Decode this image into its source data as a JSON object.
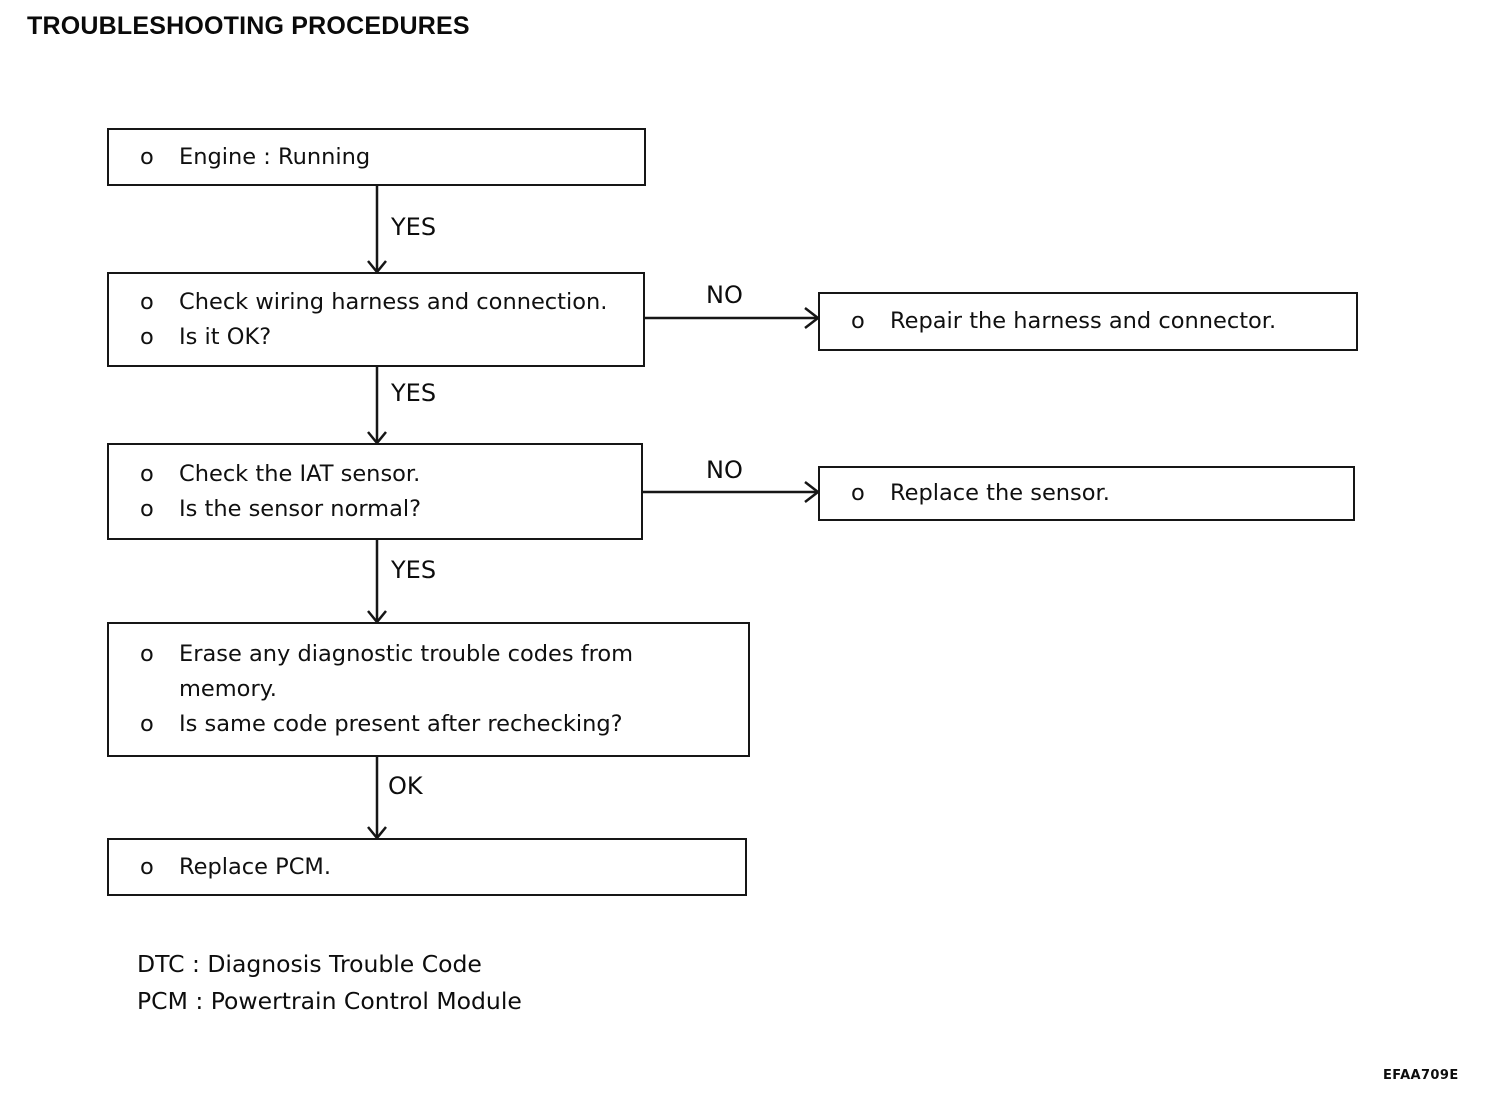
{
  "title": "TROUBLESHOOTING PROCEDURES",
  "bullet": "o",
  "flow": {
    "boxes": [
      {
        "name": "engine-running",
        "rows": [
          {
            "b": "o",
            "t": "Engine : Running"
          }
        ]
      },
      {
        "name": "check-wiring",
        "rows": [
          {
            "b": "o",
            "t": "Check wiring harness and connection."
          },
          {
            "b": "o",
            "t": "Is it OK?"
          }
        ]
      },
      {
        "name": "check-iat-sensor",
        "rows": [
          {
            "b": "o",
            "t": "Check the IAT sensor."
          },
          {
            "b": "o",
            "t": "Is the sensor normal?"
          }
        ]
      },
      {
        "name": "erase-trouble-codes",
        "rows": [
          {
            "b": "o",
            "t": "Erase any diagnostic trouble codes from"
          },
          {
            "b": "",
            "t": "memory."
          },
          {
            "b": "o",
            "t": "Is same code present after rechecking?"
          }
        ]
      },
      {
        "name": "replace-pcm",
        "rows": [
          {
            "b": "o",
            "t": "Replace PCM."
          }
        ]
      },
      {
        "name": "repair-harness",
        "rows": [
          {
            "b": "o",
            "t": "Repair the harness and connector."
          }
        ]
      },
      {
        "name": "replace-sensor",
        "rows": [
          {
            "b": "o",
            "t": "Replace the sensor."
          }
        ]
      }
    ],
    "connector_labels": {
      "yes1": "YES",
      "no1": "NO",
      "yes2": "YES",
      "no2": "NO",
      "yes3": "YES",
      "ok": "OK"
    }
  },
  "legend": {
    "lines": [
      "DTC : Diagnosis Trouble Code",
      "PCM : Powertrain Control Module"
    ]
  },
  "figure_code": "EFAA709E",
  "colors": {
    "ink": "#161616",
    "paper": "#ffffff"
  }
}
